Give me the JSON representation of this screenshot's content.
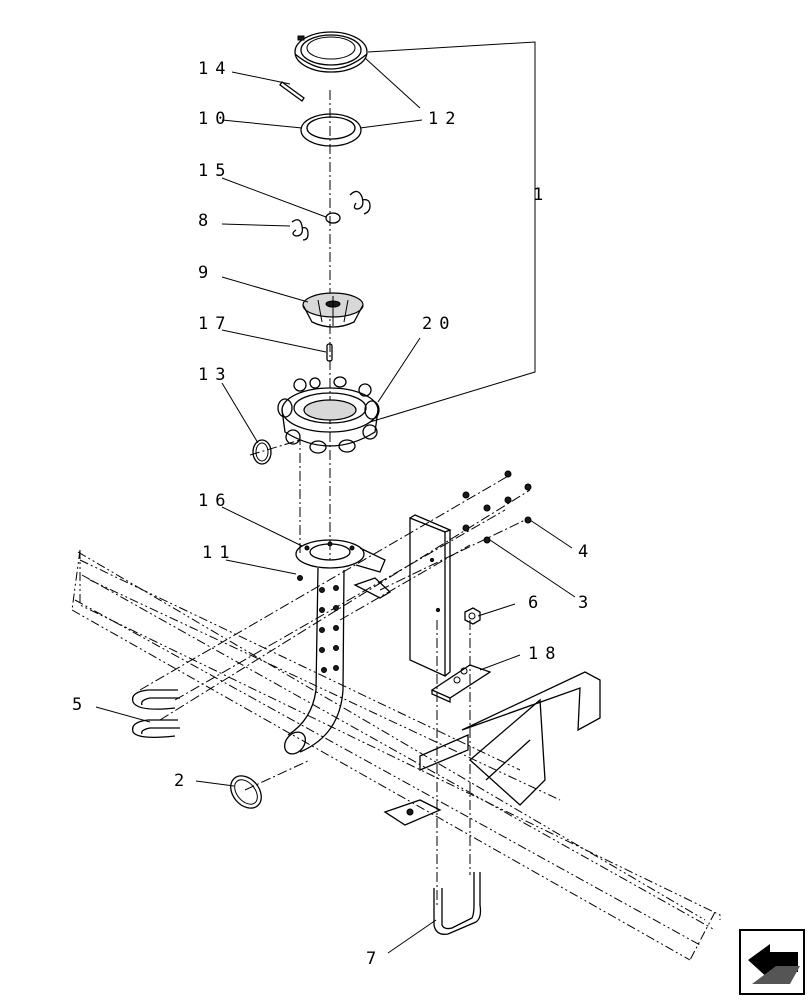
{
  "diagram": {
    "callouts": [
      {
        "id": "c14",
        "text": "14"
      },
      {
        "id": "c12",
        "text": "12"
      },
      {
        "id": "c10",
        "text": "10"
      },
      {
        "id": "c15",
        "text": "15"
      },
      {
        "id": "c1",
        "text": "1"
      },
      {
        "id": "c8",
        "text": "8"
      },
      {
        "id": "c9",
        "text": "9"
      },
      {
        "id": "c17",
        "text": "17"
      },
      {
        "id": "c20",
        "text": "20"
      },
      {
        "id": "c13",
        "text": "13"
      },
      {
        "id": "c16",
        "text": "16"
      },
      {
        "id": "c11",
        "text": "11"
      },
      {
        "id": "c4",
        "text": "4"
      },
      {
        "id": "c3",
        "text": "3"
      },
      {
        "id": "c6",
        "text": "6"
      },
      {
        "id": "c18",
        "text": "18"
      },
      {
        "id": "c5",
        "text": "5"
      },
      {
        "id": "c2",
        "text": "2"
      },
      {
        "id": "c7",
        "text": "7"
      }
    ]
  },
  "navigation": {
    "next_page_icon": "arrow-icon"
  }
}
